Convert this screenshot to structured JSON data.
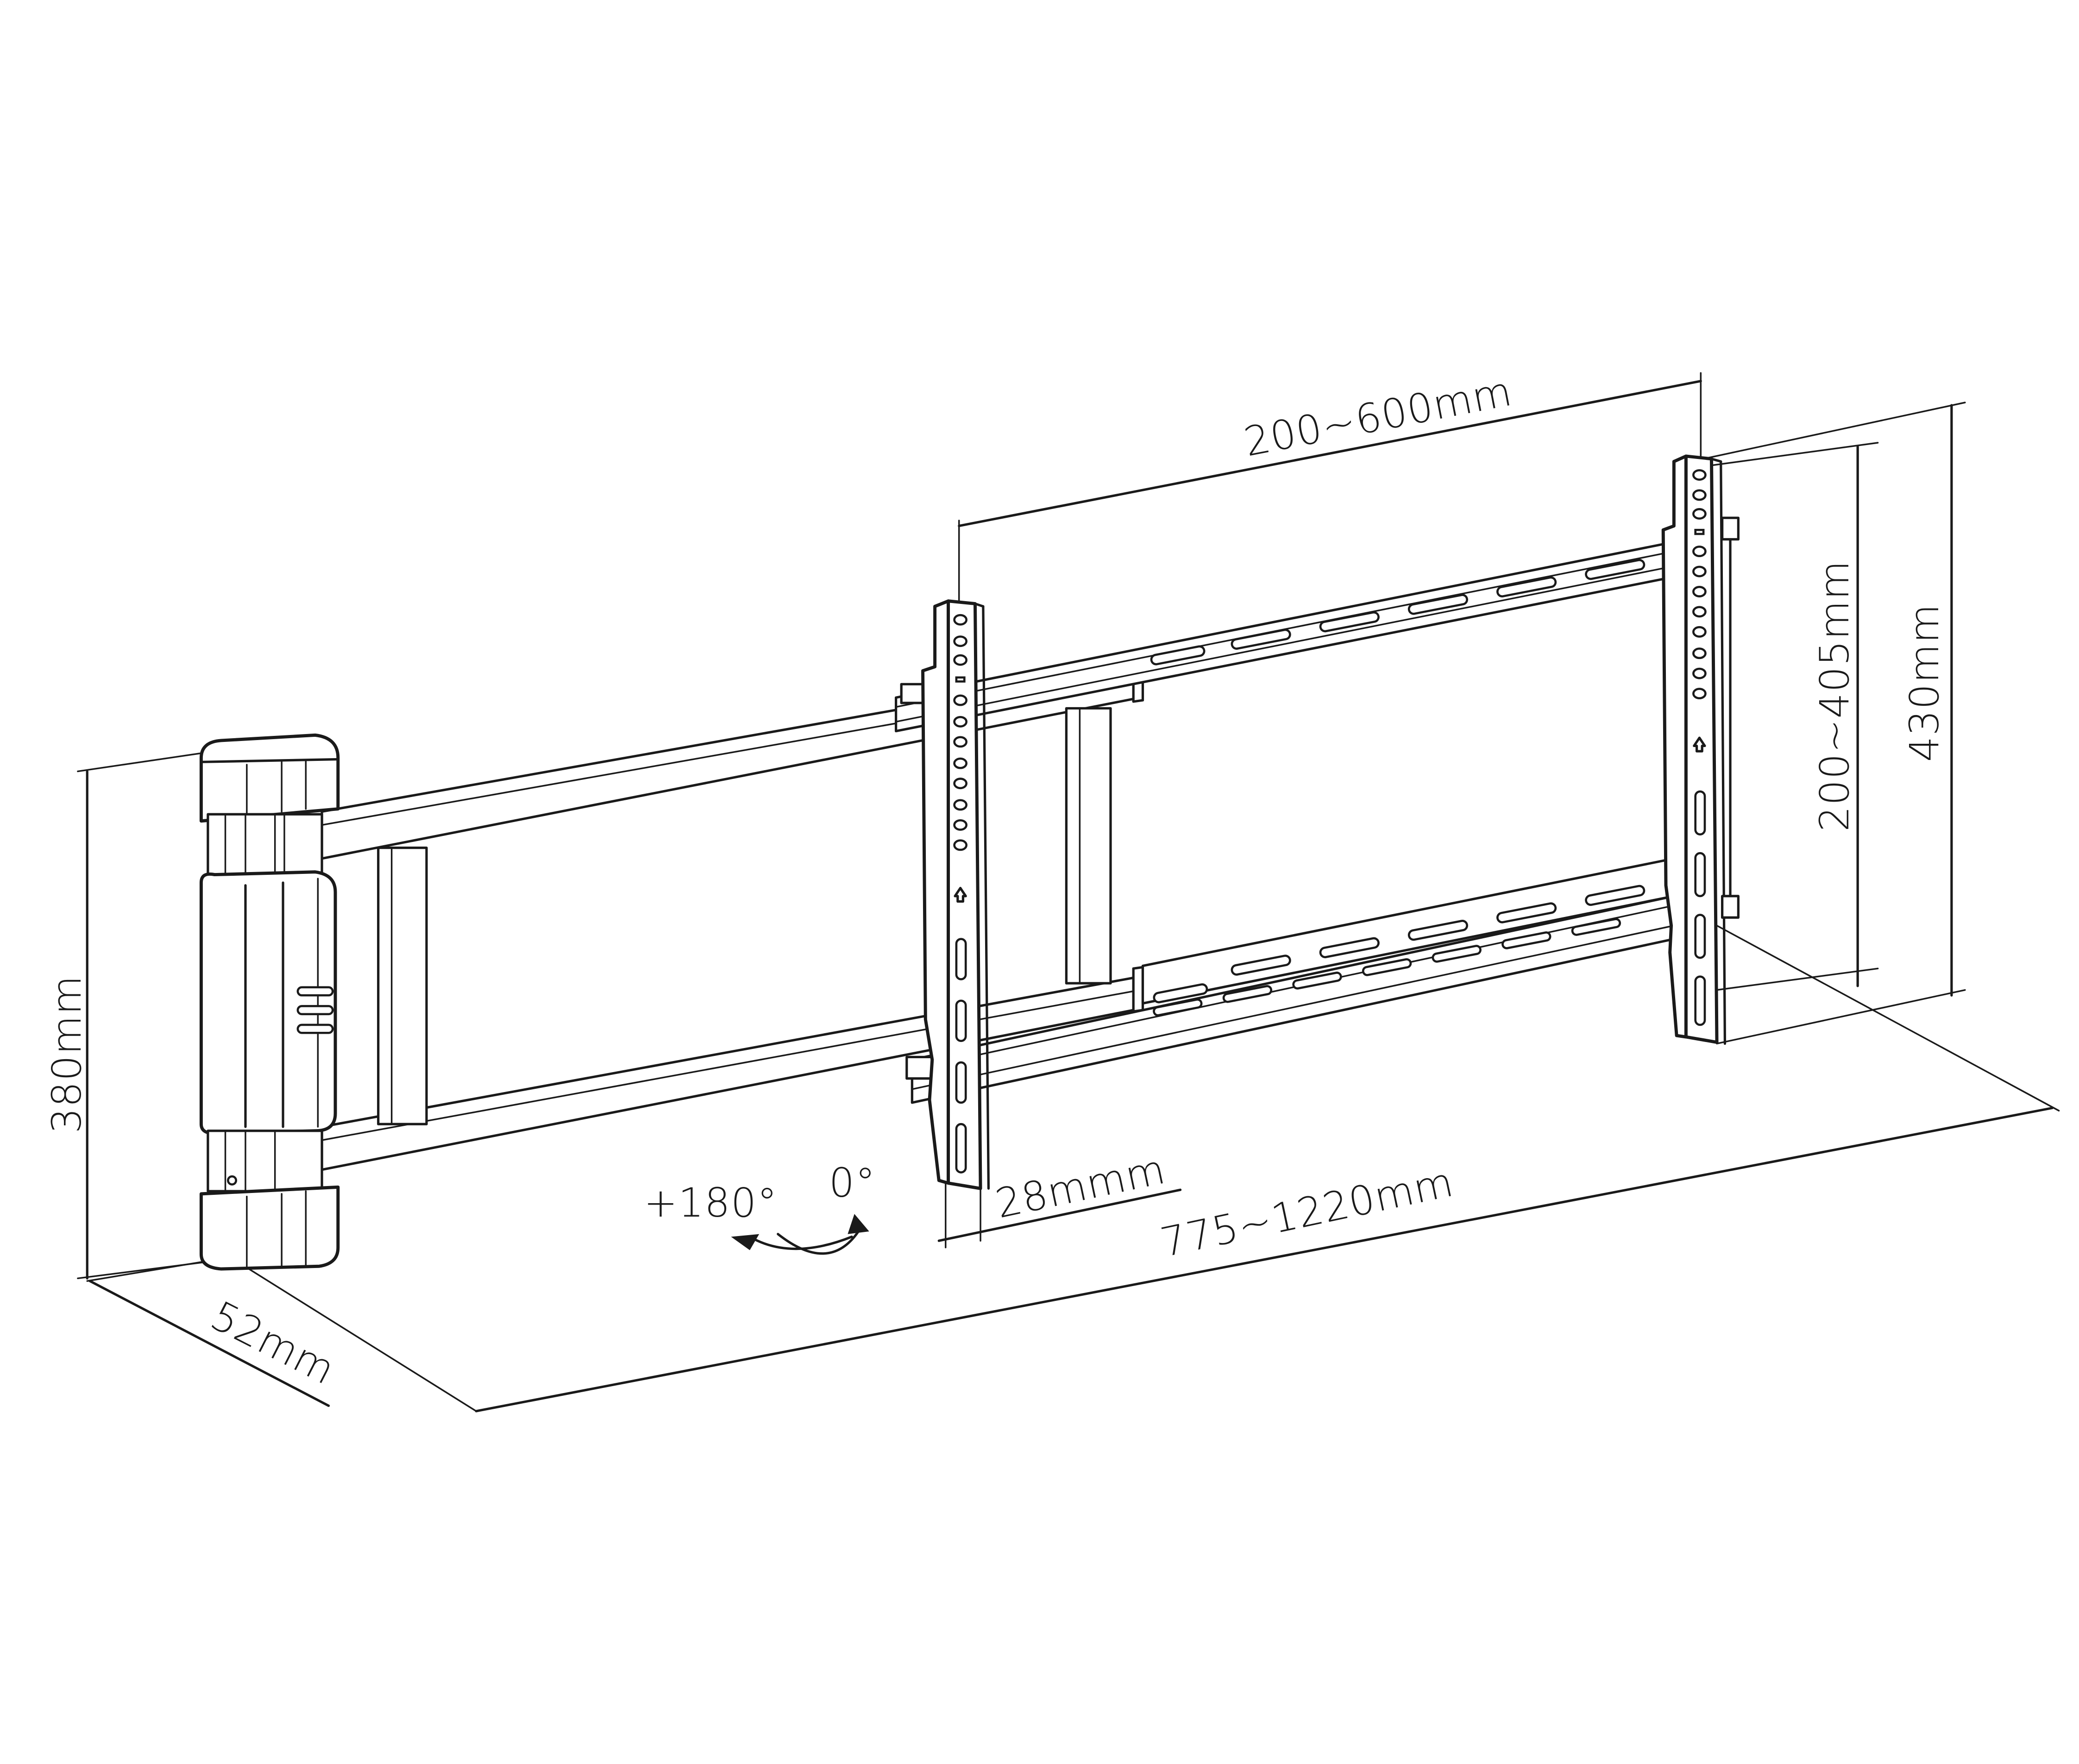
{
  "diagram": {
    "title": "Swivel TV wall mount dimension drawing",
    "colors": {
      "line": "#1a1a1a",
      "background": "#ffffff"
    },
    "dimensions": {
      "vesa_horizontal": "200~600mm",
      "vesa_vertical": "200~405mm",
      "bracket_height": "430mm",
      "wall_plate_height": "380mm",
      "wall_plate_depth": "52mm",
      "profile_depth": "28mmm",
      "extension_range": "775~1220mm"
    },
    "rotation": {
      "from_label": "0°",
      "to_label": "+180°",
      "arrow_icon": "curved-double-arrow"
    },
    "components": [
      "wall-unit",
      "swing-arm",
      "horizontal-rail-top",
      "horizontal-rail-bottom",
      "vesa-bracket-left",
      "vesa-bracket-right"
    ]
  }
}
